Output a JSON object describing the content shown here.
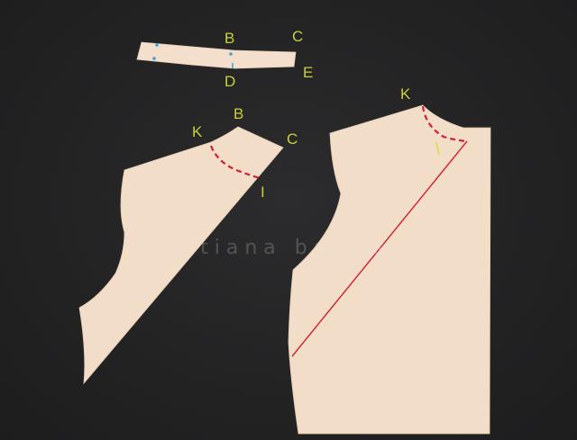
{
  "photo": {
    "background_color": "#232324",
    "paper_color": "#f2ddc9",
    "guide_color": "#d21e35",
    "label_color": "#c9cf3c",
    "dot_color": "#3aa0d6"
  },
  "labels": {
    "strip_b": "B",
    "strip_c": "C",
    "strip_d": "D",
    "strip_e": "E",
    "left_k": "K",
    "left_b": "B",
    "left_c": "C",
    "left_i": "I",
    "right_k": "K"
  },
  "watermark": "tatiana ballos"
}
